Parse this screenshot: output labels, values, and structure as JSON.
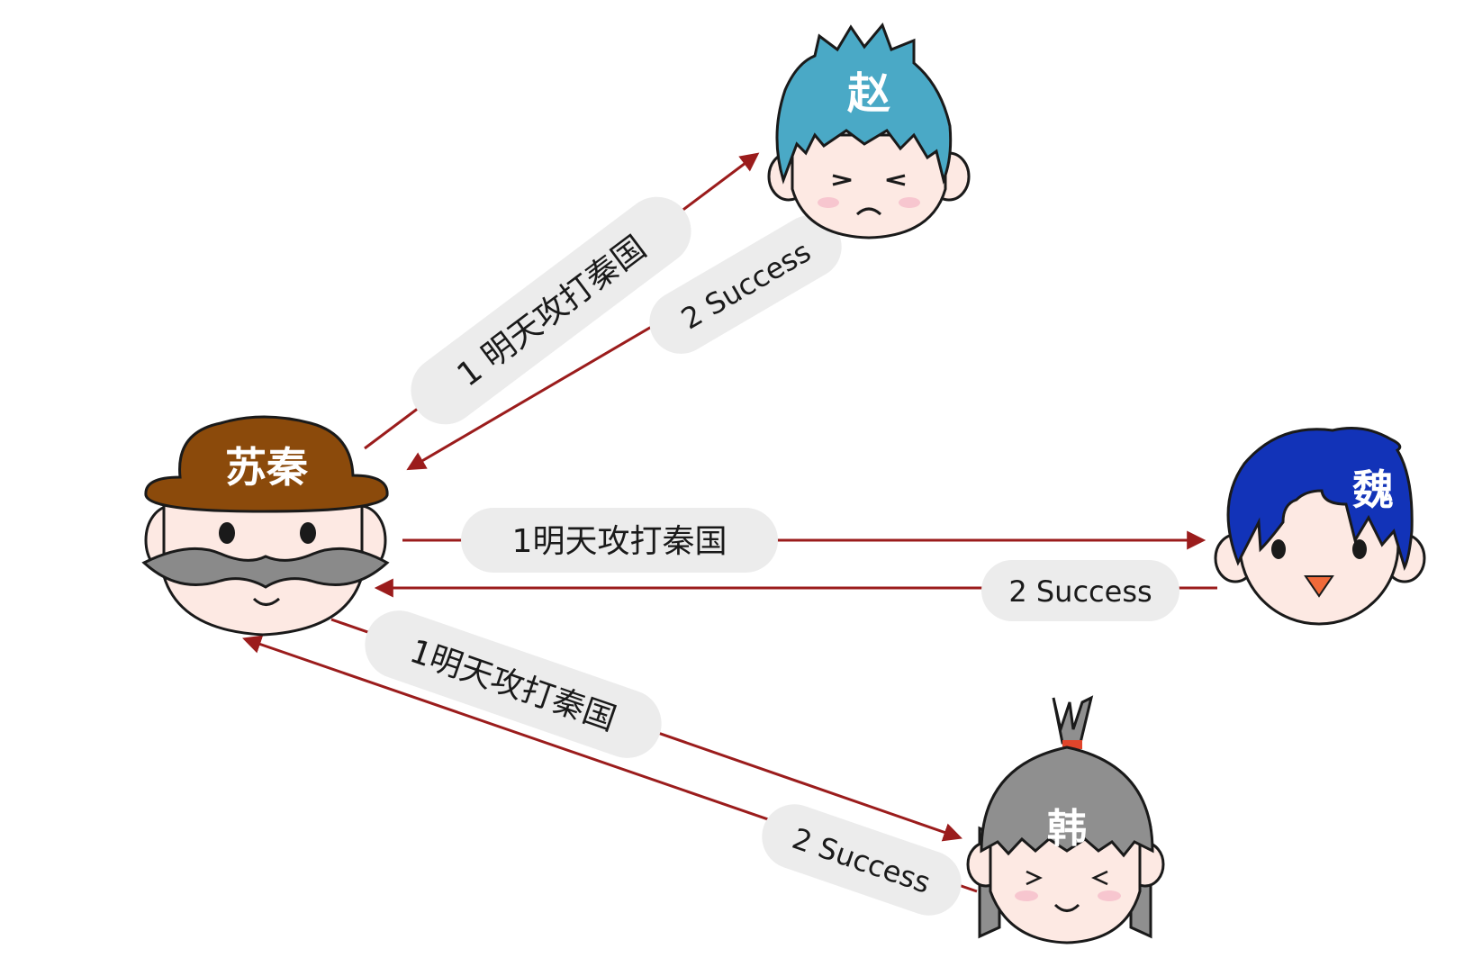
{
  "colors": {
    "arrow": "#9b1c1c",
    "pill": "#ececec",
    "skin": "#fde9e3",
    "outline": "#1a1a1a",
    "zhao_hair": "#4aa9c6",
    "wei_hair": "#1233b8",
    "han_hair": "#8f8f8f",
    "suqin_hat": "#8b4a0b",
    "mustache": "#8a8a8a"
  },
  "characters": {
    "suqin": {
      "name": "苏秦"
    },
    "zhao": {
      "name": "赵"
    },
    "wei": {
      "name": "魏"
    },
    "han": {
      "name": "韩"
    }
  },
  "messages": {
    "zhao_request": "1 明天攻打秦国",
    "zhao_reply": "2 Success",
    "wei_request": "1明天攻打秦国",
    "wei_reply": "2 Success",
    "han_request": "1明天攻打秦国",
    "han_reply": "2 Success"
  }
}
